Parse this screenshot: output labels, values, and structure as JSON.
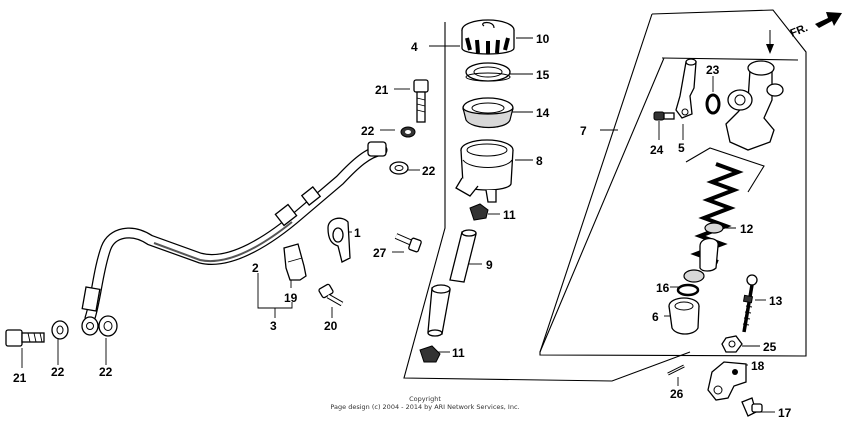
{
  "callouts": {
    "p1": "1",
    "p2": "2",
    "p3": "3",
    "p4": "4",
    "p5": "5",
    "p6": "6",
    "p7": "7",
    "p8": "8",
    "p9": "9",
    "p10": "10",
    "p11a": "11",
    "p11b": "11",
    "p12": "12",
    "p13": "13",
    "p14": "14",
    "p15": "15",
    "p16": "16",
    "p17": "17",
    "p18": "18",
    "p19": "19",
    "p20": "20",
    "p21a": "21",
    "p21b": "21",
    "p22a": "22",
    "p22b": "22",
    "p22c": "22",
    "p22d": "22",
    "p23": "23",
    "p24": "24",
    "p25": "25",
    "p26": "26",
    "p27": "27"
  },
  "direction": {
    "label": "FR."
  },
  "footer": {
    "line1": "Copyright",
    "line2": "Page design (c) 2004 - 2014 by ARI Network Services, Inc."
  }
}
